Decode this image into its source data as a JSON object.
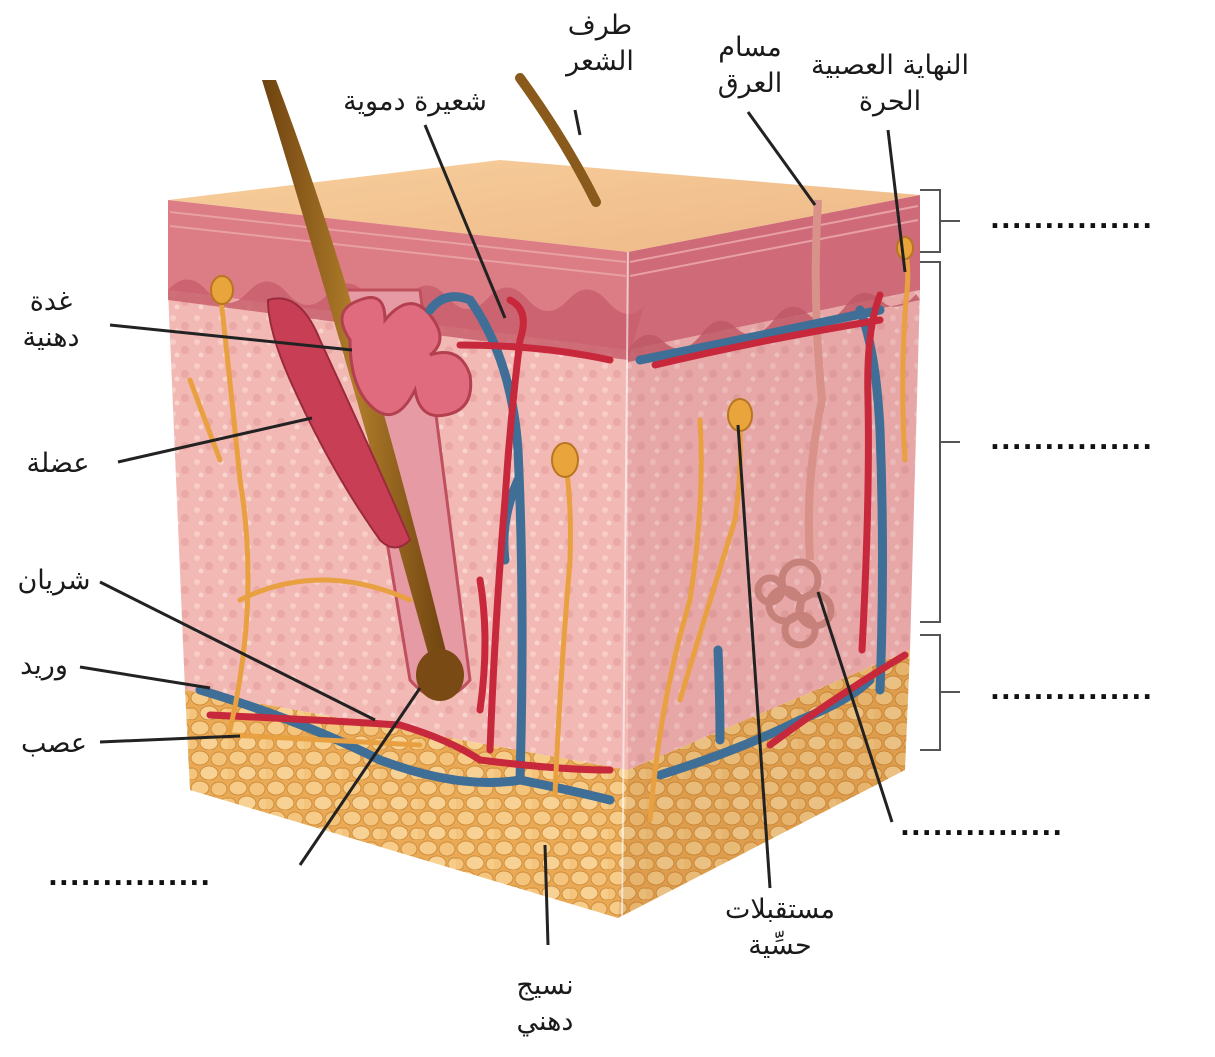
{
  "labels": {
    "hair_tip": [
      "طرف",
      "الشعر"
    ],
    "capillary": "شعيرة دموية",
    "sweat_pore": [
      "مسام",
      "العرق"
    ],
    "free_nerve_ending": [
      "النهاية العصبية",
      "الحرة"
    ],
    "sebaceous_gland": [
      "غدة",
      "دهنية"
    ],
    "muscle": "عضلة",
    "artery": "شريان",
    "vein": "وريد",
    "nerve": "عصب",
    "sensory_receptors": [
      "مستقبلات",
      "حسِّية"
    ],
    "fat_tissue": [
      "نسيج",
      "دهني"
    ]
  },
  "blanks": {
    "epidermis_layer": "...............",
    "dermis_layer": "...............",
    "hypodermis_layer": "...............",
    "sweat_gland": "...............",
    "hair_follicle": "..............."
  },
  "colors": {
    "epidermis_top": "#f2c28f",
    "epidermis_band": "#d9707a",
    "dermis": "#f0b4b4",
    "fat": "#f0b866",
    "hair": "#8a5a1c",
    "artery": "#c8283c",
    "vein": "#3f6e96",
    "nerve": "#e8a040",
    "leader_line": "#222222"
  }
}
